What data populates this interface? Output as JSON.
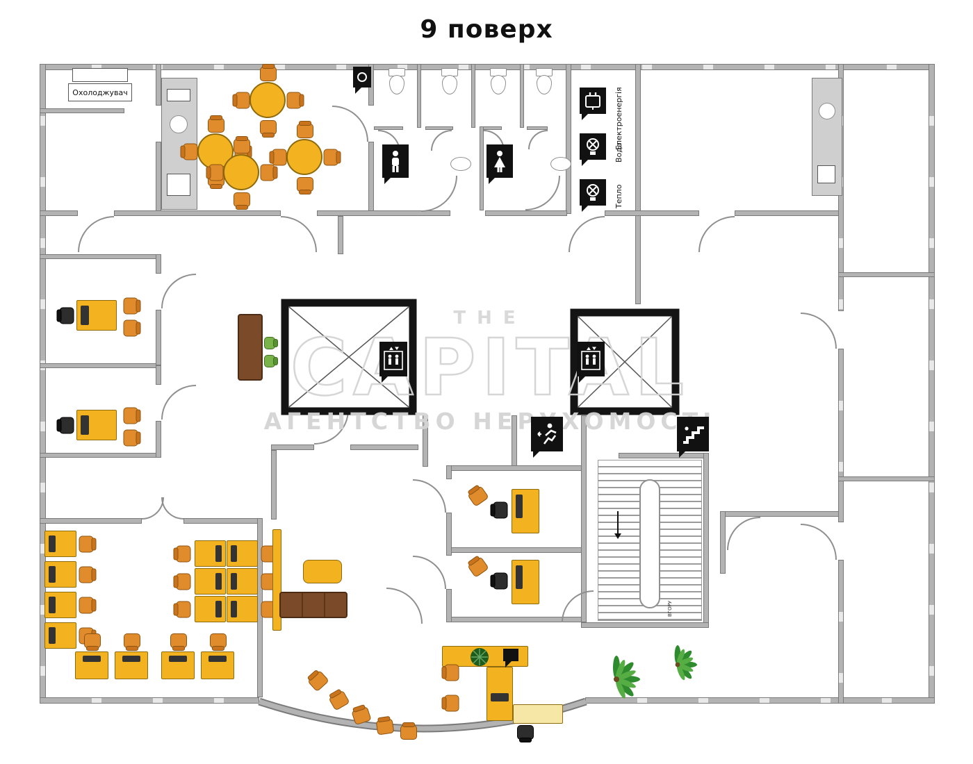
{
  "title": "9 поверх",
  "watermark": {
    "line1": "THE",
    "line2": "CAPITAL",
    "line3": "АГЕНТСТВО НЕРУХОМОСТІ"
  },
  "labels": {
    "cooler": "Охолоджувач",
    "electricity": "Електроенергія",
    "water": "Вода",
    "heat": "Тепло",
    "stairs_up": "ВГОРУ"
  },
  "icons": {
    "male_restroom": "male-figure",
    "female_restroom": "female-figure",
    "elevator": "elevator-people",
    "exit": "running-person",
    "stairs": "staircase-steps",
    "electricity": "power-plug",
    "water": "valve",
    "heat": "valve",
    "plants": "palm"
  },
  "colors": {
    "wall": "#b3b3b3",
    "wall_edge": "#7a7a7a",
    "furniture": "#f3b21f",
    "chair": "#e08c2c",
    "sofa": "#7b4a28",
    "sign": "#111111",
    "plant": "#2e8b2e",
    "watermark": "#d7d7d7"
  }
}
